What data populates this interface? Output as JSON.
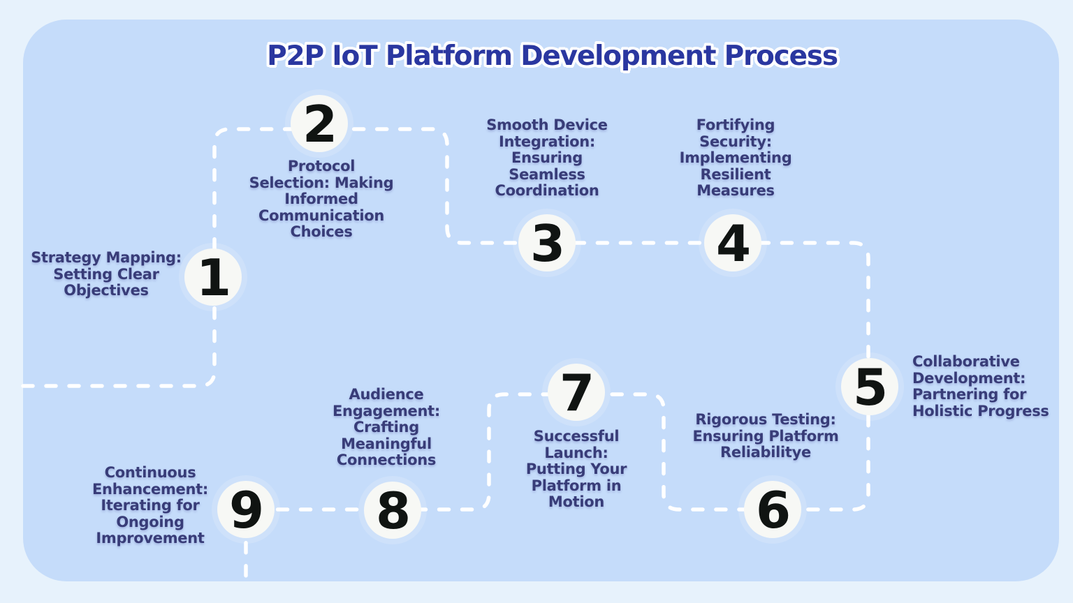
{
  "title": "P2P IoT Platform Development Process",
  "steps": [
    {
      "number": "1",
      "label": "Strategy Mapping:\nSetting Clear\nObjectives"
    },
    {
      "number": "2",
      "label": "Protocol\nSelection: Making\nInformed\nCommunication\nChoices"
    },
    {
      "number": "3",
      "label": "Smooth Device\nIntegration:\nEnsuring\nSeamless\nCoordination"
    },
    {
      "number": "4",
      "label": "Fortifying\nSecurity:\nImplementing\nResilient\nMeasures"
    },
    {
      "number": "5",
      "label": "Collaborative\nDevelopment:\nPartnering for\nHolistic Progress"
    },
    {
      "number": "6",
      "label": "Rigorous Testing:\nEnsuring Platform\nReliabilitye"
    },
    {
      "number": "7",
      "label": "Successful\nLaunch:\nPutting Your\nPlatform in\nMotion"
    },
    {
      "number": "8",
      "label": "Audience\nEngagement:\nCrafting\nMeaningful\nConnections"
    },
    {
      "number": "9",
      "label": "Continuous\nEnhancement:\nIterating for\nOngoing\nImprovement"
    }
  ],
  "colors": {
    "page_bg": "#e7f2fc",
    "card_bg": "#c5dcfa",
    "line": "#ffffff",
    "circle_fill": "#f7f8f5",
    "number": "#101412",
    "title": "#2a37a0",
    "step_text": "#383c78"
  }
}
